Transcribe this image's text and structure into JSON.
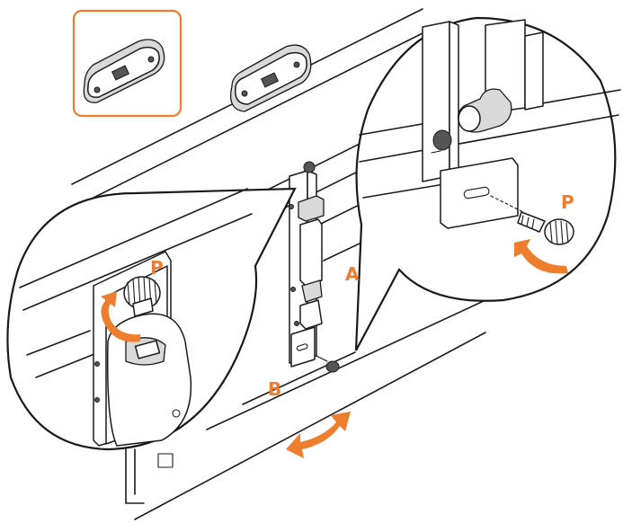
{
  "labels": {
    "p_left": "P",
    "p_right": "P",
    "a": "A",
    "b": "B"
  },
  "colors": {
    "accent": "#ee7d2e",
    "line": "#1a1a1a",
    "inset_border": "#ee7d2e"
  },
  "icons": {
    "inset": "wall-bracket-slot-icon",
    "rotate": "curved-double-arrow-icon"
  }
}
